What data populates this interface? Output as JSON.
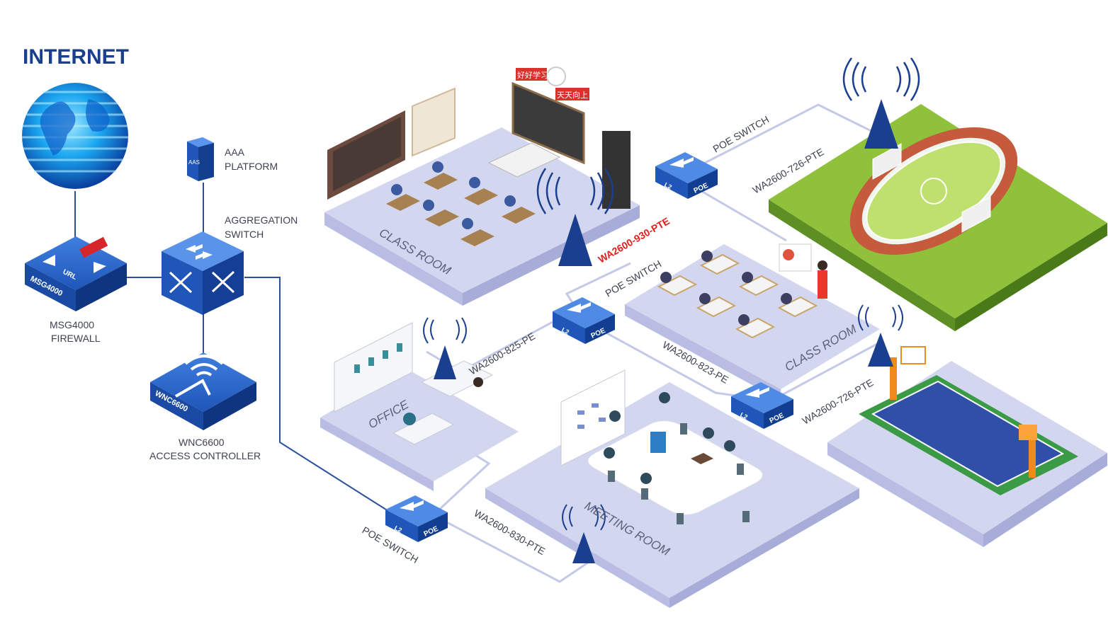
{
  "title": "INTERNET",
  "devices": {
    "aaa": {
      "line1": "AAA",
      "line2": "PLATFORM",
      "chip": "AAS"
    },
    "aggregation": {
      "line1": "AGGREGATION",
      "line2": "SWITCH"
    },
    "firewall": {
      "line1": "MSG4000",
      "line2": "FIREWALL",
      "chip": "MSG4000",
      "chip2": "URL"
    },
    "controller": {
      "line1": "WNC6600",
      "line2": "ACCESS CONTROLLER",
      "chip": "WNC6600"
    }
  },
  "poe_switches": [
    {
      "label": "POE SWITCH",
      "l2": "L2",
      "poe": "POE"
    },
    {
      "label": "POE SWITCH",
      "l2": "L2",
      "poe": "POE"
    },
    {
      "label": "POE SWITCH",
      "l2": "L2",
      "poe": "POE"
    },
    {
      "l2": "L2",
      "poe": "POE"
    }
  ],
  "access_points": [
    {
      "model": "WA2600-930-PTE",
      "highlight": true
    },
    {
      "model": "WA2600-726-PTE"
    },
    {
      "model": "WA2600-825-PE"
    },
    {
      "model": "WA2600-823-PE"
    },
    {
      "model": "WA2600-726-PTE"
    },
    {
      "model": "WA2600-830-PTE"
    }
  ],
  "rooms": {
    "classroom1": "CLASS ROOM",
    "classroom2": "CLASS ROOM",
    "office": "OFFICE",
    "meeting": "MEETING ROOM"
  },
  "signs": {
    "banner1": "好好学习",
    "banner2": "天天向上"
  },
  "colors": {
    "navy": "#1b3f8f",
    "device": "#1f56b8",
    "floor": "#c9cdea",
    "wire": "#c3c9e6",
    "highlight": "#e0201c",
    "field": "#8fc23a",
    "court": "#2f4fa8"
  }
}
